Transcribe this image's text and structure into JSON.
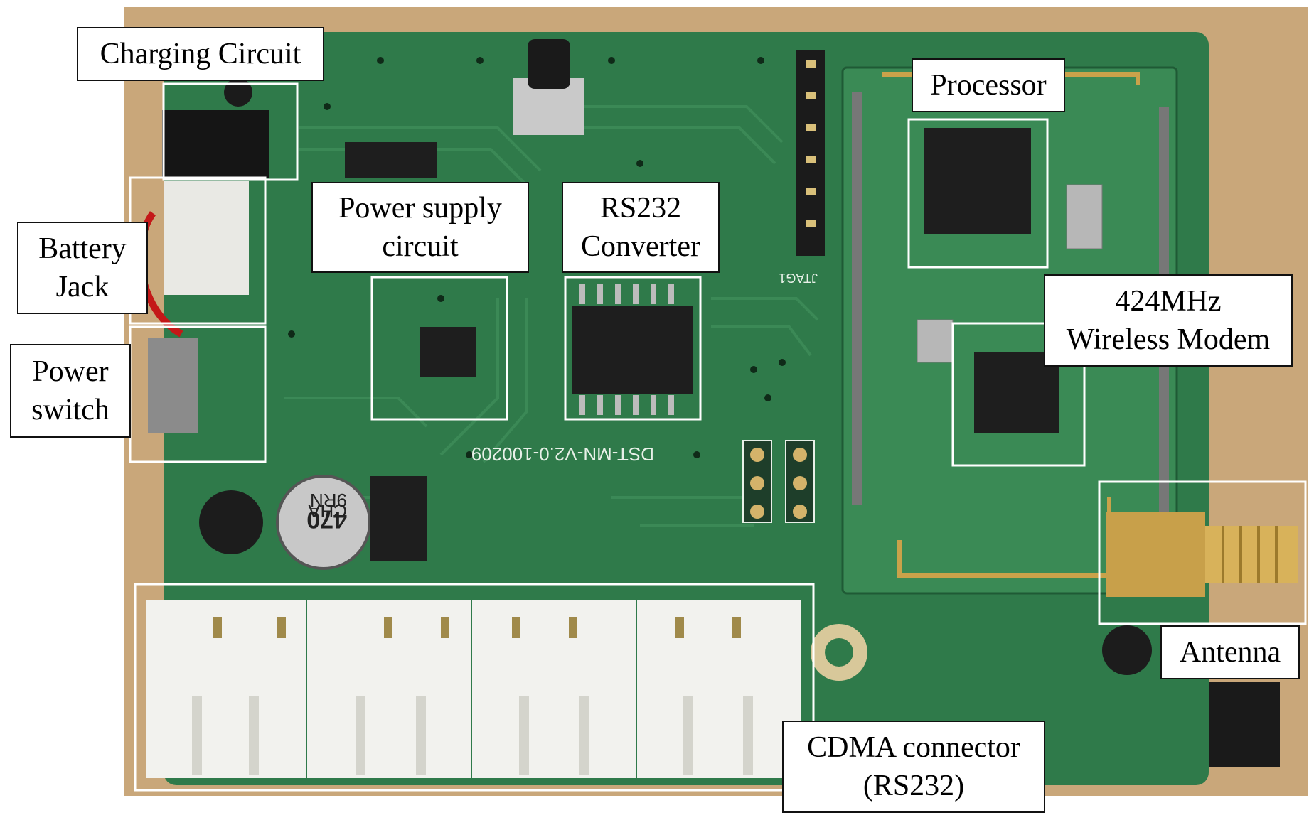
{
  "labels": {
    "charging_circuit": "Charging Circuit",
    "processor": "Processor",
    "power_supply_line1": "Power supply",
    "power_supply_line2": "circuit",
    "rs232_line1": "RS232",
    "rs232_line2": "Converter",
    "battery_line1": "Battery",
    "battery_line2": "Jack",
    "power_switch_line1": "Power",
    "power_switch_line2": "switch",
    "modem_line1": "424MHz",
    "modem_line2": "Wireless Modem",
    "antenna": "Antenna",
    "cdma_line1": "CDMA connector",
    "cdma_line2": "(RS232)"
  },
  "silkscreen": {
    "board_id": "DST-MN-V2.0-100209",
    "jtag": "JTAG1",
    "capacitor": "470",
    "capacitor_code": "CHA",
    "capacitor_series": "9RN"
  },
  "colors": {
    "pcb": "#2f7a4a",
    "pcb_dark": "#1f5a35",
    "connector": "#f2f2ee",
    "chip": "#1e1e1e",
    "highlight_box": "#ffffff",
    "background_table": "#c9a77a"
  }
}
